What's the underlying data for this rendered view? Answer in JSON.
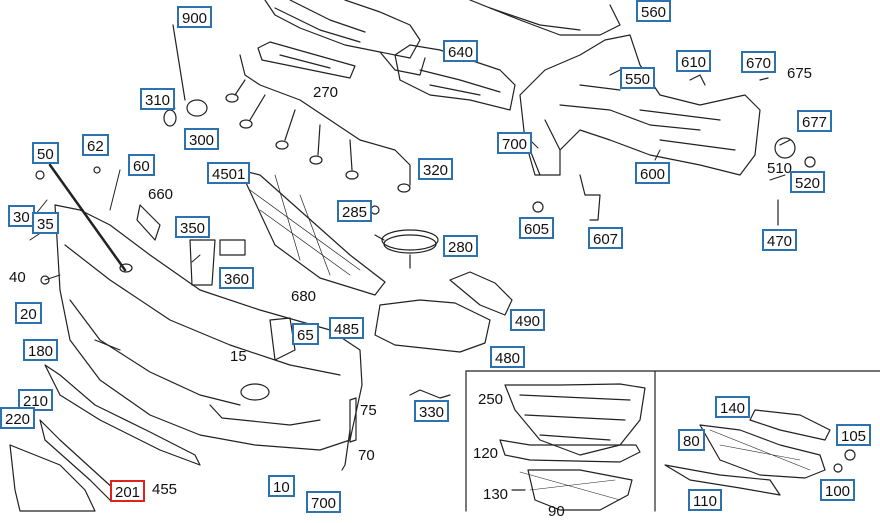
{
  "labels": {
    "l900": "900",
    "l560": "560",
    "l640": "640",
    "l270": "270",
    "l310": "310",
    "l300": "300",
    "l550": "550",
    "l610": "610",
    "l670": "670",
    "l675": "675",
    "l677": "677",
    "l700a": "700",
    "l50": "50",
    "l62": "62",
    "l60": "60",
    "l660": "660",
    "l4501": "4501",
    "l320": "320",
    "l600": "600",
    "l510": "510",
    "l520": "520",
    "l30": "30",
    "l35": "35",
    "l285": "285",
    "l605": "605",
    "l607": "607",
    "l350": "350",
    "l280": "280",
    "l470": "470",
    "l40": "40",
    "l360": "360",
    "l680": "680",
    "l490": "490",
    "l20": "20",
    "l65": "65",
    "l485": "485",
    "l180": "180",
    "l15": "15",
    "l480": "480",
    "l210": "210",
    "l75": "75",
    "l330": "330",
    "l250": "250",
    "l140": "140",
    "l220": "220",
    "l80": "80",
    "l105": "105",
    "l70": "70",
    "l120": "120",
    "l201": "201",
    "l455": "455",
    "l10": "10",
    "l130": "130",
    "l100": "100",
    "l700b": "700",
    "l110": "110",
    "l90": "90"
  },
  "colors": {
    "label_border": "#2c72b0",
    "highlight_border": "#e0221f",
    "line": "#222222"
  }
}
